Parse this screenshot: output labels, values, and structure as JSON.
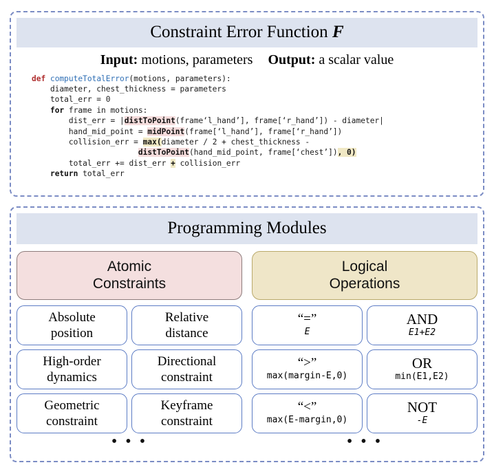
{
  "top_panel": {
    "title_prefix": "Constraint Error Function ",
    "title_symbol": "F",
    "io": {
      "input_label": "Input:",
      "input_value": " motions, parameters",
      "output_label": "Output:",
      "output_value": " a scalar value"
    },
    "code_lines": [
      "def computeTotalError(motions, parameters):",
      "    diameter, chest_thickness = parameters",
      "    total_err = 0",
      "    for frame in motions:",
      "        dist_err = |distToPoint(frame['l_hand'], frame['r_hand']) - diameter|",
      "        hand_mid_point = midPoint(frame['l_hand'], frame['r_hand'])",
      "        collision_err = max(diameter / 2 + chest_thickness -",
      "                       distToPoint(hand_mid_point, frame['chest']), 0)",
      "        total_err += dist_err + collision_err",
      "    return total_err"
    ],
    "code_tokens": {
      "def": "def",
      "function_name": "computeTotalError",
      "args_line1": "(motions, parameters):",
      "line2": "    diameter, chest_thickness = parameters",
      "line3": "    total_err = 0",
      "for": "for",
      "for_rest": " frame in motions:",
      "line5_pre": "        dist_err = |",
      "line5_hl": "distToPoint",
      "line5_post": "(frame‘l_hand’], frame[‘r_hand’]) - diameter|",
      "line6_pre": "        hand_mid_point = ",
      "line6_hl": "midPoint",
      "line6_post": "(frame[‘l_hand’], frame[‘r_hand’])",
      "line7_pre": "        collision_err = ",
      "line7_hl": "max(",
      "line7_post": "diameter / 2 + chest_thickness -",
      "line8_pre": "                       ",
      "line8_hl": "distToPoint",
      "line8_mid": "(hand_mid_point, frame[‘chest’])",
      "line8_hl2": ", 0)",
      "line9_pre": "        total_err += dist_err ",
      "line9_hl": "+",
      "line9_post": " collision_err",
      "return": "return",
      "return_rest": " total_err"
    }
  },
  "bottom_panel": {
    "title": "Programming Modules",
    "categories": [
      {
        "line1": "Atomic",
        "line2": "Constraints",
        "color": "#f4dfdf"
      },
      {
        "line1": "Logical",
        "line2": "Operations",
        "color": "#efe6c8"
      }
    ],
    "atomic_cells": [
      {
        "line1": "Absolute",
        "line2": "position"
      },
      {
        "line1": "Relative",
        "line2": "distance"
      },
      {
        "line1": "High-order",
        "line2": "dynamics"
      },
      {
        "line1": "Directional",
        "line2": "constraint"
      },
      {
        "line1": "Geometric",
        "line2": "constraint"
      },
      {
        "line1": "Keyframe",
        "line2": "constraint"
      }
    ],
    "logical_cells": [
      {
        "symbol": "“=”",
        "formula": "E",
        "style": "italic"
      },
      {
        "symbol": "AND",
        "formula": "E1+E2",
        "style": "italic"
      },
      {
        "symbol": "“>”",
        "formula": "max(margin-E,0)",
        "style": "mixed"
      },
      {
        "symbol": "OR",
        "formula": "min(E1,E2)",
        "style": "mixed"
      },
      {
        "symbol": "“<”",
        "formula": "max(E-margin,0)",
        "style": "mixed"
      },
      {
        "symbol": "NOT",
        "formula": "-E",
        "style": "italic"
      }
    ],
    "ellipsis": "• • •"
  },
  "colors": {
    "banner_bg": "#dde3ef",
    "panel_border": "#7b8cc4",
    "cell_border": "#5b7bc4",
    "atomic_bg": "#f4dfdf",
    "logical_bg": "#efe6c8",
    "highlight_pink": "#f5dcdc",
    "highlight_yellow": "#f0e8c4",
    "keyword_red": "#b03030",
    "function_blue": "#2f6fb5"
  }
}
